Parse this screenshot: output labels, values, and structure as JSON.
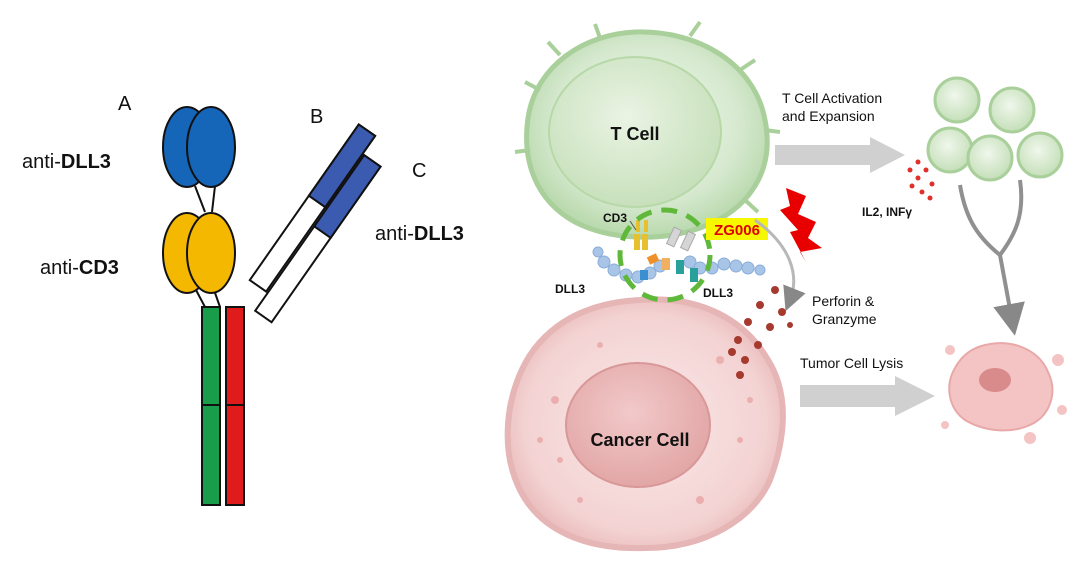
{
  "antibody": {
    "labels": {
      "a": "A",
      "b": "B",
      "c": "C",
      "anti_dll3_left_prefix": "anti-",
      "anti_dll3_left_bold": "DLL3",
      "anti_cd3_prefix": "anti-",
      "anti_cd3_bold": "CD3",
      "anti_dll3_right_prefix": "anti-",
      "anti_dll3_right_bold": "DLL3"
    },
    "colors": {
      "dll3_domain": "#1565b8",
      "cd3_domain": "#f5b800",
      "fab_arm": "#3b5bb0",
      "heavy_chain_green": "#1a9d4a",
      "heavy_chain_red": "#e01b1b"
    }
  },
  "mechanism": {
    "t_cell": "T Cell",
    "cancer_cell": "Cancer Cell",
    "cd3": "CD3",
    "drug": "ZG006",
    "dll3_left": "DLL3",
    "dll3_right": "DLL3",
    "activation_line1": "T Cell Activation",
    "activation_line2": "and Expansion",
    "cytokines": "IL2, INFγ",
    "perforin_line1": "Perforin &",
    "perforin_line2": "Granzyme",
    "lysis": "Tumor Cell Lysis",
    "colors": {
      "t_cell": "#d9ead3",
      "cancer_cell": "#f3d3d3",
      "drug_badge": "#f7f700",
      "drug_text": "#e00000",
      "lightning": "#e80000",
      "arrow": "#c8c8c8"
    }
  }
}
